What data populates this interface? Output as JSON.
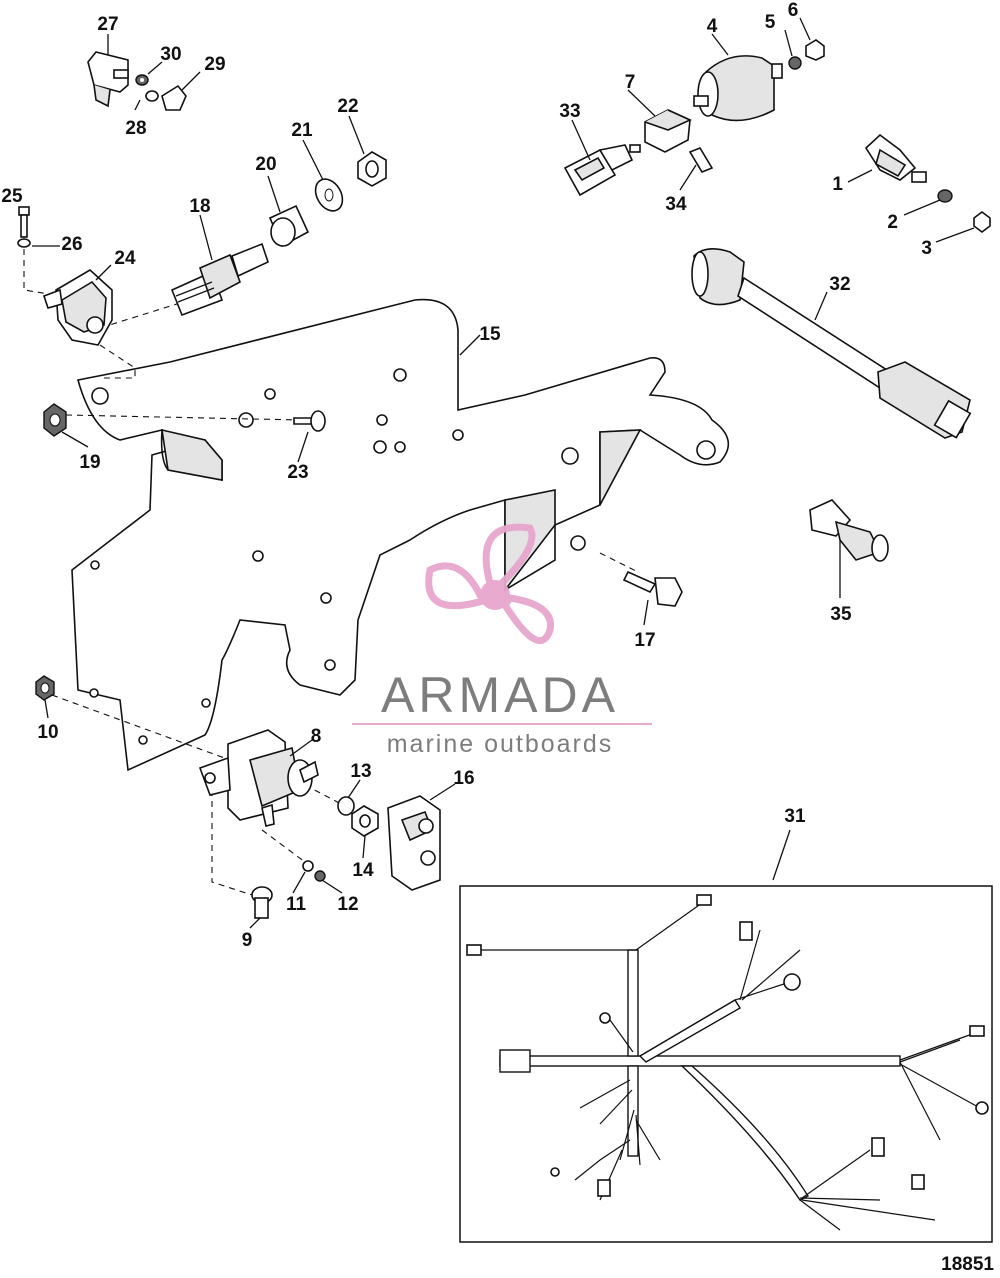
{
  "diagram": {
    "figure_number": "18851",
    "callouts": [
      "1",
      "2",
      "3",
      "4",
      "5",
      "6",
      "7",
      "8",
      "9",
      "10",
      "11",
      "12",
      "13",
      "14",
      "15",
      "16",
      "17",
      "18",
      "19",
      "20",
      "21",
      "22",
      "23",
      "24",
      "25",
      "26",
      "27",
      "28",
      "29",
      "30",
      "31",
      "32",
      "33",
      "34",
      "35"
    ]
  },
  "watermark": {
    "brand": "ARMADA",
    "tagline": "marine outboards",
    "colors": {
      "propeller": "#e7a6cc",
      "text": "#777777"
    }
  }
}
